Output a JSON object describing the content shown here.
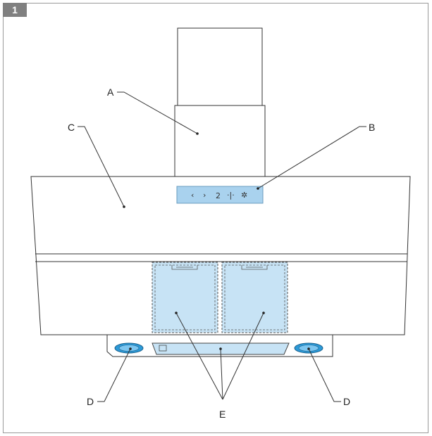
{
  "figure": {
    "number": "1"
  },
  "labels": {
    "a": "A",
    "b": "B",
    "c": "C",
    "d": "D",
    "e": "E"
  },
  "control_panel": {
    "buttons": [
      "‹",
      "›",
      "2",
      "·|·",
      "✲"
    ]
  },
  "colors": {
    "glass": "#a9d2ee",
    "filter": "#c7e3f5",
    "light_ring": "#2c9ad8",
    "line": "#333333"
  }
}
